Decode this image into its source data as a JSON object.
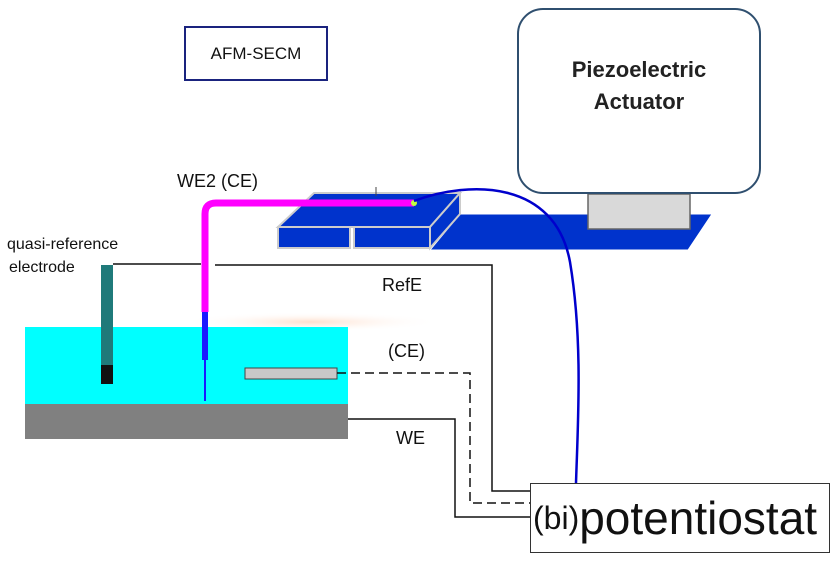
{
  "title": "AFM-SECM",
  "actuator": {
    "line1": "Piezoelectric",
    "line2": "Actuator"
  },
  "labels": {
    "probe": "WE2 (CE)",
    "quasi_ref_line1": "quasi-reference",
    "quasi_ref_line2": "electrode",
    "ref_electrode": "RefE",
    "counter_electrode": "(CE)",
    "working_electrode": "WE"
  },
  "potentiostat": {
    "prefix": "(bi)",
    "main": "potentiostat"
  },
  "colors": {
    "solution": "#00ffff",
    "substrate": "#808080",
    "stage": "#0033cc",
    "probe_cantilever": "#ff00ff",
    "probe_tip": "#1a1aff",
    "cable": "#0000cc",
    "electrode_rod": "#1f7a7a"
  }
}
